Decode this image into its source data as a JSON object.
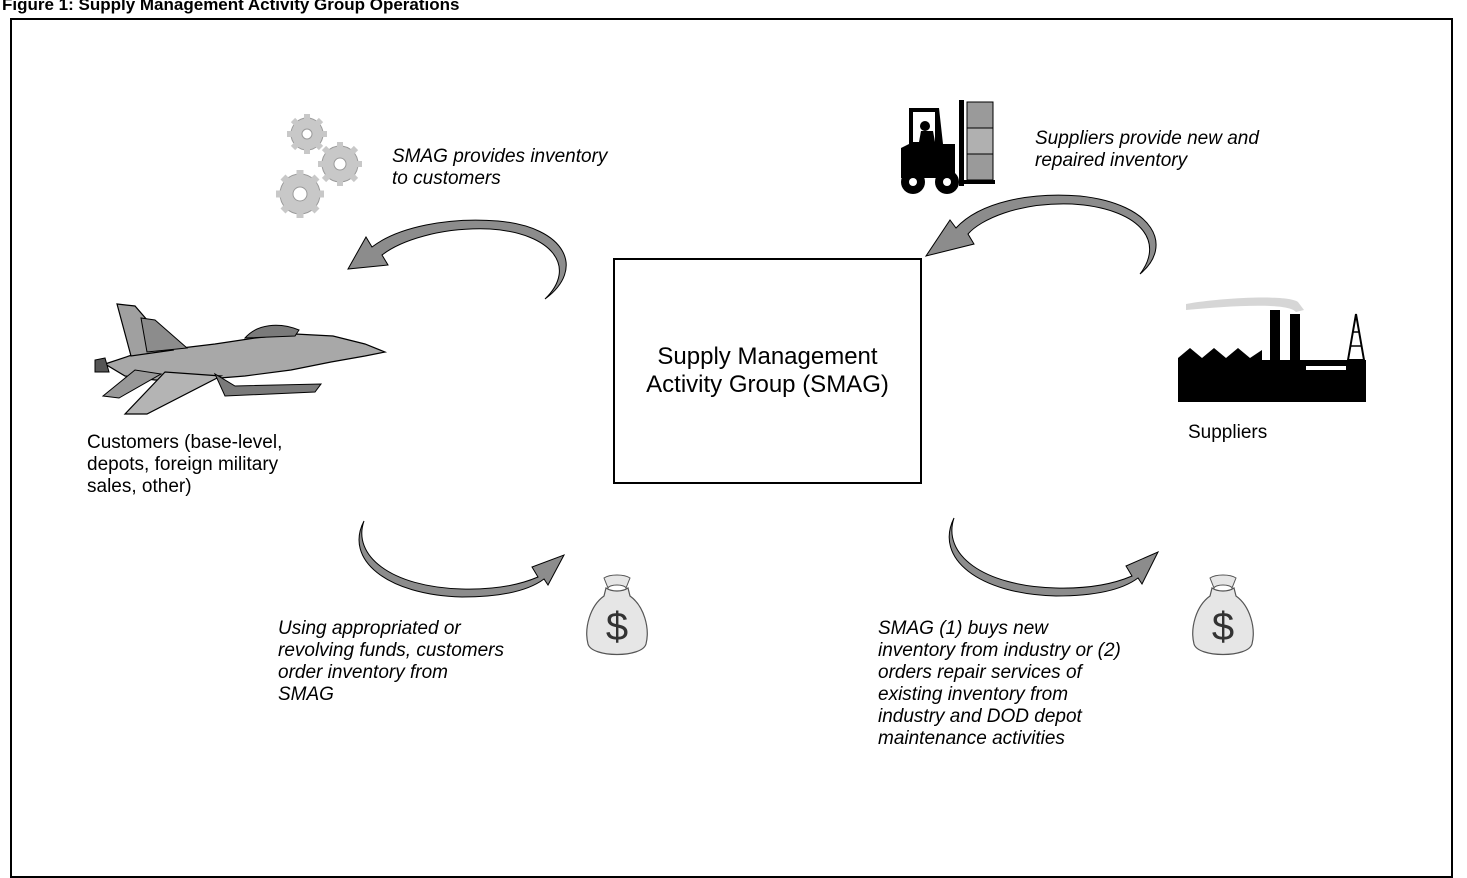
{
  "title": "Figure 1: Supply Management Activity Group Operations",
  "center": {
    "line1": "Supply Management",
    "line2": "Activity Group (SMAG)"
  },
  "labels": {
    "smag_provides": [
      "SMAG provides inventory",
      "to customers"
    ],
    "suppliers_provide": [
      "Suppliers provide new and",
      "repaired inventory"
    ],
    "customers": [
      "Customers (base-level,",
      "depots, foreign military",
      "sales, other)"
    ],
    "suppliers": "Suppliers",
    "customers_order": [
      "Using appropriated or",
      "revolving funds, customers",
      "order inventory from",
      "SMAG"
    ],
    "smag_buys": [
      "SMAG (1) buys new",
      "inventory from industry or (2)",
      "orders repair services of",
      "existing inventory from",
      "industry and DOD depot",
      "maintenance activities"
    ]
  },
  "icons": {
    "gears": "gears-icon",
    "forklift": "forklift-icon",
    "jet": "fighter-jet-icon",
    "factory": "factory-icon",
    "money_left": "money-bag-icon",
    "money_right": "money-bag-icon",
    "money_symbol": "$"
  },
  "colors": {
    "arrow_fill": "#8c8c8c",
    "gear_fill": "#c8c8c8",
    "bag_fill": "#e6e6e6"
  }
}
